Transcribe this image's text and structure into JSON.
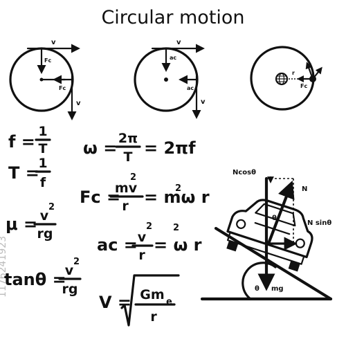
{
  "title": "Circular motion",
  "diagram1": {
    "v_top": "v",
    "fc_vertical": "Fc",
    "fc_horizontal": "Fc",
    "v_right": "v"
  },
  "diagram2": {
    "v_top": "v",
    "ac_vertical": "ac",
    "ac_horizontal": "ac",
    "v_right": "v"
  },
  "diagram3": {
    "r": "r",
    "fc": "Fc"
  },
  "formulas": {
    "f_lhs": "f =",
    "f_num": "1",
    "f_den": "T",
    "T_lhs": "T =",
    "T_num": "1",
    "T_den": "f",
    "omega_lhs": "ω =",
    "omega_num": "2π",
    "omega_den": "T",
    "omega_rhs": "= 2πf",
    "Fc_lhs": "Fc =",
    "Fc_num": "mv",
    "Fc_num_sup": "2",
    "Fc_den": "r",
    "Fc_rhs": "= mω r",
    "Fc_rhs_sup": "2",
    "mu_lhs": "μ =",
    "mu_num": "v",
    "mu_num_sup": "2",
    "mu_den": "rg",
    "ac_lhs": "ac =",
    "ac_num": "v",
    "ac_num_sup": "2",
    "ac_den": "r",
    "ac_rhs": "= ω r",
    "ac_rhs_sup": "2",
    "tan_lhs": "tanθ =",
    "tan_num": "v",
    "tan_num_sup": "2",
    "tan_den": "rg",
    "v_lhs": "V =",
    "v_num": "Gm",
    "v_num_sub": "e",
    "v_den": "r"
  },
  "car_diagram": {
    "ncos": "Ncosθ",
    "n": "N",
    "nsin": "N sinθ",
    "theta_car": "θ",
    "theta_ground": "θ",
    "mg": "mg"
  },
  "watermark": {
    "id": "1176241923"
  }
}
